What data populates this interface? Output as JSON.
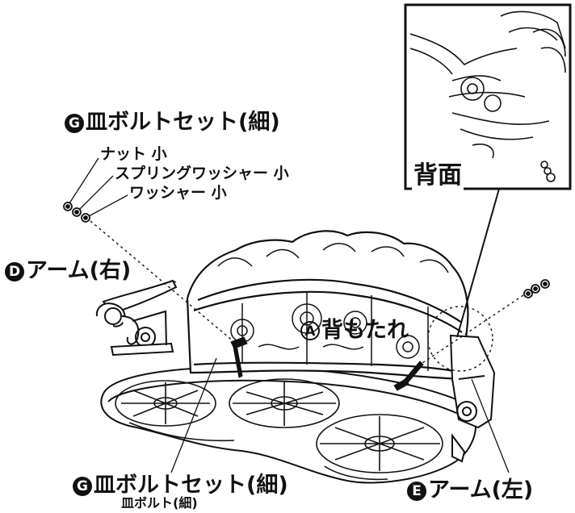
{
  "labels": {
    "bolt_set_top": "皿ボルトセット(細)",
    "nut_small": "ナット 小",
    "spring_washer_small": "スプリングワッシャー 小",
    "washer_small": "ワッシャー 小",
    "arm_right": "アーム(右)",
    "backrest": "背もたれ",
    "bolt_set_bottom": "皿ボルトセット(細)",
    "flat_bolt": "皿ボルト(細)",
    "arm_left": "アーム(左)",
    "back_view": "背面"
  },
  "markers": {
    "G": "G",
    "D": "D",
    "A": "A",
    "E": "E"
  }
}
